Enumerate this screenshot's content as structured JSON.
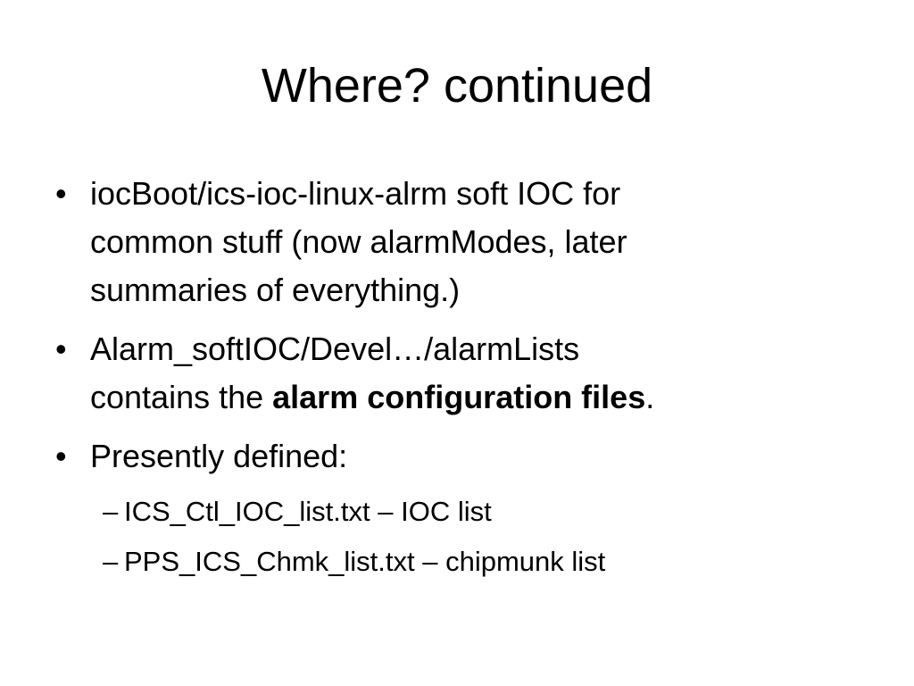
{
  "slide": {
    "title": "Where? continued",
    "bullets": [
      {
        "lines": [
          "iocBoot/ics-ioc-linux-alrm soft IOC for",
          "common stuff (now alarmModes, later",
          "summaries of everything.)"
        ]
      },
      {
        "line1": "Alarm_softIOC/Devel…/alarmLists",
        "line2_prefix": "contains the ",
        "line2_bold": "alarm configuration files",
        "line2_suffix": "."
      },
      {
        "text": "Presently defined:",
        "subitems": [
          "ICS_Ctl_IOC_list.txt – IOC list",
          "PPS_ICS_Chmk_list.txt – chipmunk list"
        ]
      }
    ],
    "bullet_glyph": "•",
    "sub_glyph": "–"
  }
}
